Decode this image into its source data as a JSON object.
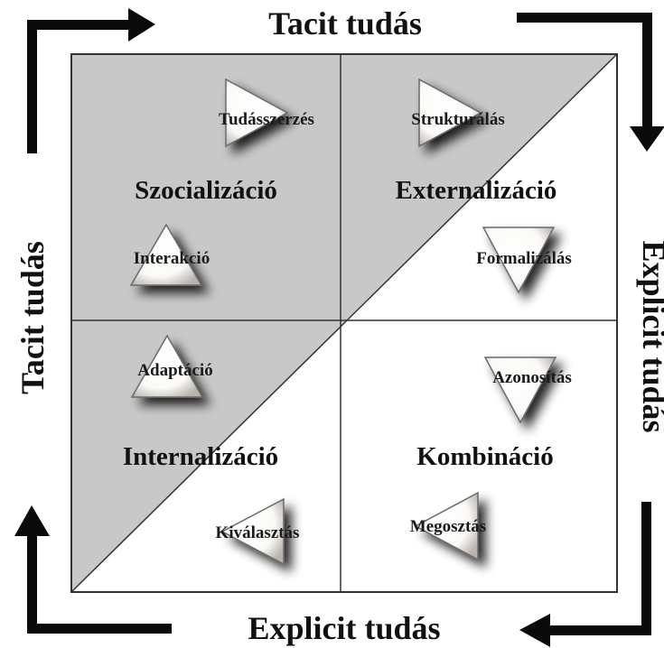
{
  "axes": {
    "top": "Tacit tudás",
    "bottom": "Explicit tudás",
    "left": "Tacit tudás",
    "right": "Explicit tudás"
  },
  "quadrants": {
    "top_left": "Szocializáció",
    "top_right": "Externalizáció",
    "bottom_left": "Internalizáció",
    "bottom_right": "Kombináció"
  },
  "processes": {
    "tudasszerzes": "Tudásszerzés",
    "interakcio": "Interakció",
    "strukturalas": "Strukturálás",
    "formalizalas": "Formalizálás",
    "adaptacio": "Adaptáció",
    "kivalasztas": "Kiválasztás",
    "azonositas": "Azonosítás",
    "megosztas": "Megosztás"
  },
  "colors": {
    "shaded_region": "#c8c8c8",
    "grid_line": "#333333",
    "arrow": "#0a0a0a",
    "triangle_fill": "#ffffff",
    "triangle_shadow": "#3a3a3a"
  },
  "icons": {
    "cycle_arrows": "corner-arrow-icon",
    "process_markers": "triangle-icon"
  }
}
